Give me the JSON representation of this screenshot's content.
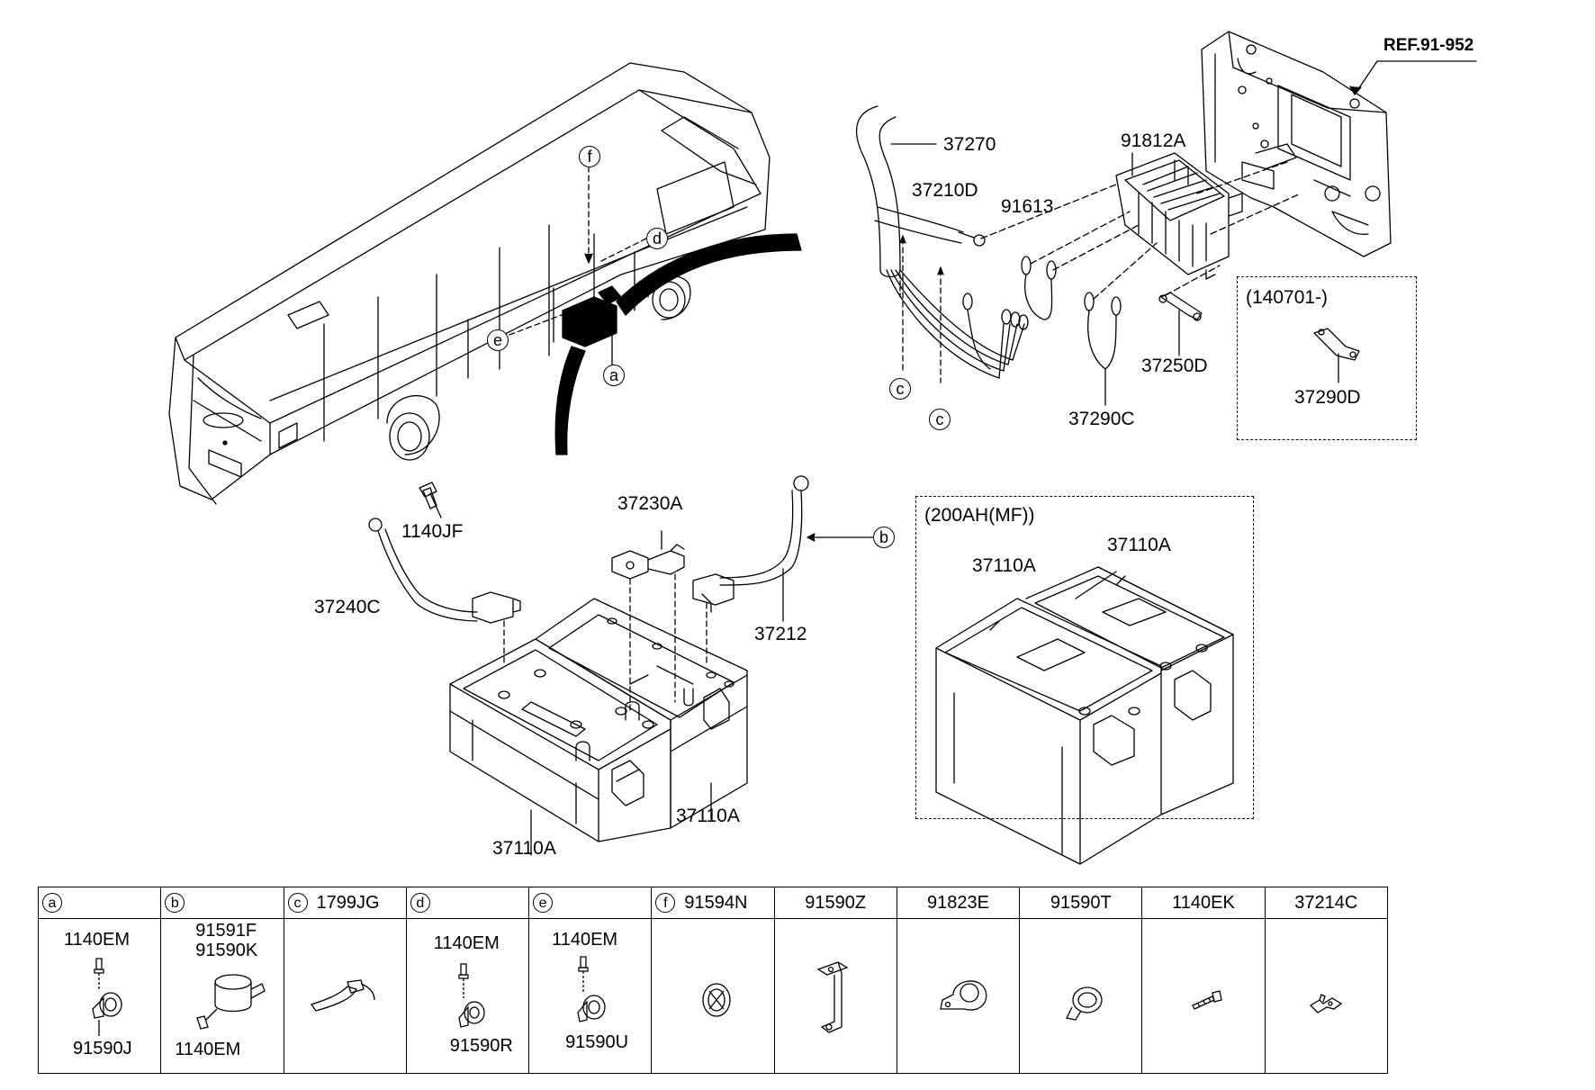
{
  "reference": "REF.91-952",
  "callouts": [
    "a",
    "b",
    "c",
    "d",
    "e",
    "f"
  ],
  "labels": {
    "p37270": "37270",
    "p37210D": "37210D",
    "p91613": "91613",
    "p91812A": "91812A",
    "p37250D": "37250D",
    "p37290C": "37290C",
    "p37290D": "37290D",
    "p1140JF": "1140JF",
    "p37240C": "37240C",
    "p37230A": "37230A",
    "p37212": "37212",
    "p37110A_front": "37110A",
    "p37110A_rear": "37110A",
    "p37110A_box1": "37110A",
    "p37110A_box2": "37110A"
  },
  "boxes": {
    "variant_date": "(140701-)",
    "variant_battery": "(200AH(MF))"
  },
  "parts_table": [
    {
      "letter": "a",
      "header": "",
      "labels": [
        "1140EM",
        "91590J"
      ]
    },
    {
      "letter": "b",
      "header": "",
      "labels": [
        "91591F",
        "91590K",
        "1140EM"
      ]
    },
    {
      "letter": "c",
      "header": "1799JG",
      "labels": []
    },
    {
      "letter": "d",
      "header": "",
      "labels": [
        "1140EM",
        "91590R"
      ]
    },
    {
      "letter": "e",
      "header": "",
      "labels": [
        "1140EM",
        "91590U"
      ]
    },
    {
      "letter": "f",
      "header": "91594N",
      "labels": []
    },
    {
      "letter": "",
      "header": "91590Z",
      "labels": []
    },
    {
      "letter": "",
      "header": "91823E",
      "labels": []
    },
    {
      "letter": "",
      "header": "91590T",
      "labels": []
    },
    {
      "letter": "",
      "header": "1140EK",
      "labels": []
    },
    {
      "letter": "",
      "header": "37214C",
      "labels": []
    }
  ]
}
